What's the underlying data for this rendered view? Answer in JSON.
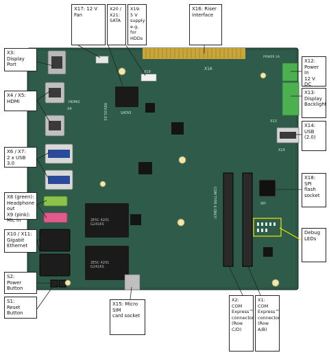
{
  "labels": {
    "x3": "X3:\nDisplay Port",
    "x4x5": "X4 / X5:\nHDMI",
    "x6x7": "X6 / X7:\n2 x USB 3.0",
    "x8x9": "X8 (green):\nHeadphone out\nX9 (pink): Mic in",
    "x10x11": "X10 / X11:\nGigabit\nEthernet",
    "s2": "S2:\nPower\nButton",
    "s1": "S1:\nReset\nButton",
    "x17": "X17: 12 V Fan",
    "x20x21": "X20 / X21: SATA",
    "x19": "X19: 5 V supply\ne.g. for HDDs",
    "x16": "X16: Riser\ninterface",
    "x12": "X12: Power In\n12 V DC",
    "x13": "X13: Display\nBacklight",
    "x14": "X14: USB (2.0)",
    "x18": "X18: SPI flash\nsocket",
    "debug": "Debug\nLEDs",
    "x15": "X15: Micro SIM\ncard socket",
    "x2": "X2: COM Express™\nconnector (Row C/D)",
    "x1": "X1: COM Express™\nconnector (Row A/B)"
  },
  "silkscreen": {
    "x16": "X16",
    "x19": "X19",
    "x13": "X13",
    "x14": "X14",
    "x4": "X4",
    "hdmi2": "HDMI2",
    "sata3": "SATA3",
    "spi": "SPI",
    "com": "COM TYPE 6 ONLY!",
    "power": "POWER 2A",
    "rev": "REV:01.03",
    "mag1": "2E5C 4201\nG2416S",
    "mag2": "2E5C 4201\nG2416S"
  },
  "colors": {
    "pcb": "#2c5545",
    "pcb_dark": "#1f3f33",
    "gold": "#c9a53a",
    "green_conn": "#4caf50",
    "audio_green": "#8bc34a",
    "audio_pink": "#e05a8c",
    "debug_box": "#f2e600"
  }
}
